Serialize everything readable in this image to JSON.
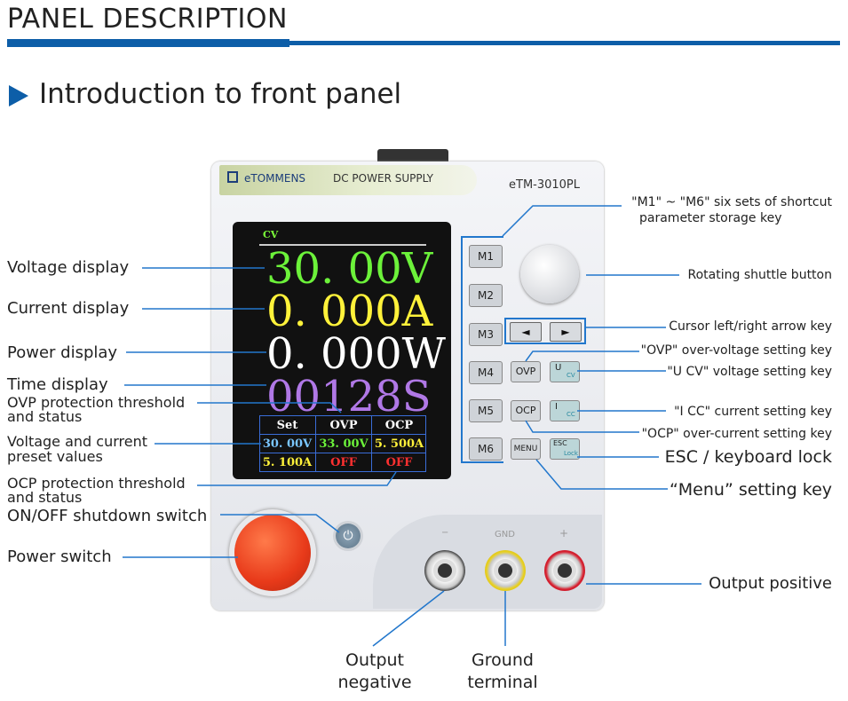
{
  "header": {
    "title": "PANEL DESCRIPTION",
    "intro": "Introduction to front panel"
  },
  "device": {
    "brand": "eTOMMENS",
    "product": "DC POWER SUPPLY",
    "model": "eTM-3010PL",
    "screen": {
      "mode": "CV",
      "voltage": "30. 00V",
      "current": "0. 000A",
      "power": "0. 000W",
      "time": "00128S",
      "table": {
        "headers": [
          "Set",
          "OVP",
          "OCP"
        ],
        "row1": [
          "30. 00V",
          "33. 00V",
          "5. 500A"
        ],
        "row2": [
          "5. 100A",
          "OFF",
          "OFF"
        ]
      }
    },
    "memory_keys": [
      "M1",
      "M2",
      "M3",
      "M4",
      "M5",
      "M6"
    ],
    "function_keys": {
      "ovp": "OVP",
      "ocp": "OCP",
      "menu": "MENU",
      "u": "U",
      "u_sub": "CV",
      "i": "I",
      "i_sub": "CC",
      "esc": "ESC",
      "esc_sub": "Lock"
    },
    "arrow_keys": [
      "◄",
      "►"
    ],
    "onoff_glyph": "⏻",
    "terminals": {
      "neg": "−",
      "gnd": "GND",
      "pos": "+"
    }
  },
  "labels_left": {
    "voltage": "Voltage display",
    "current": "Current display",
    "power": "Power display",
    "time": "Time display",
    "ovp_1": "OVP protection threshold",
    "ovp_2": "and status",
    "preset_1": "Voltage and current",
    "preset_2": "preset values",
    "ocp_1": "OCP protection threshold",
    "ocp_2": "and status",
    "onoff": "ON/OFF shutdown switch",
    "power_switch": "Power switch"
  },
  "labels_right": {
    "m_keys_1": "\"M1\" ~ \"M6\" six sets of shortcut",
    "m_keys_2": "parameter storage key",
    "shuttle": "Rotating shuttle button",
    "cursor": "Cursor left/right arrow key",
    "ovp_key": "\"OVP\" over-voltage setting key",
    "ucv_key": "\"U CV\" voltage setting key",
    "icc_key": "\"I CC\" current setting key",
    "ocp_key": "\"OCP\" over-current setting key",
    "esc": "ESC / keyboard lock",
    "menu": "“Menu” setting key",
    "out_pos": "Output positive"
  },
  "labels_bottom": {
    "out_neg_1": "Output",
    "out_neg_2": "negative",
    "gnd_1": "Ground",
    "gnd_2": "terminal"
  },
  "colors": {
    "accent": "#0d5ea8",
    "leader": "#2277cc"
  }
}
